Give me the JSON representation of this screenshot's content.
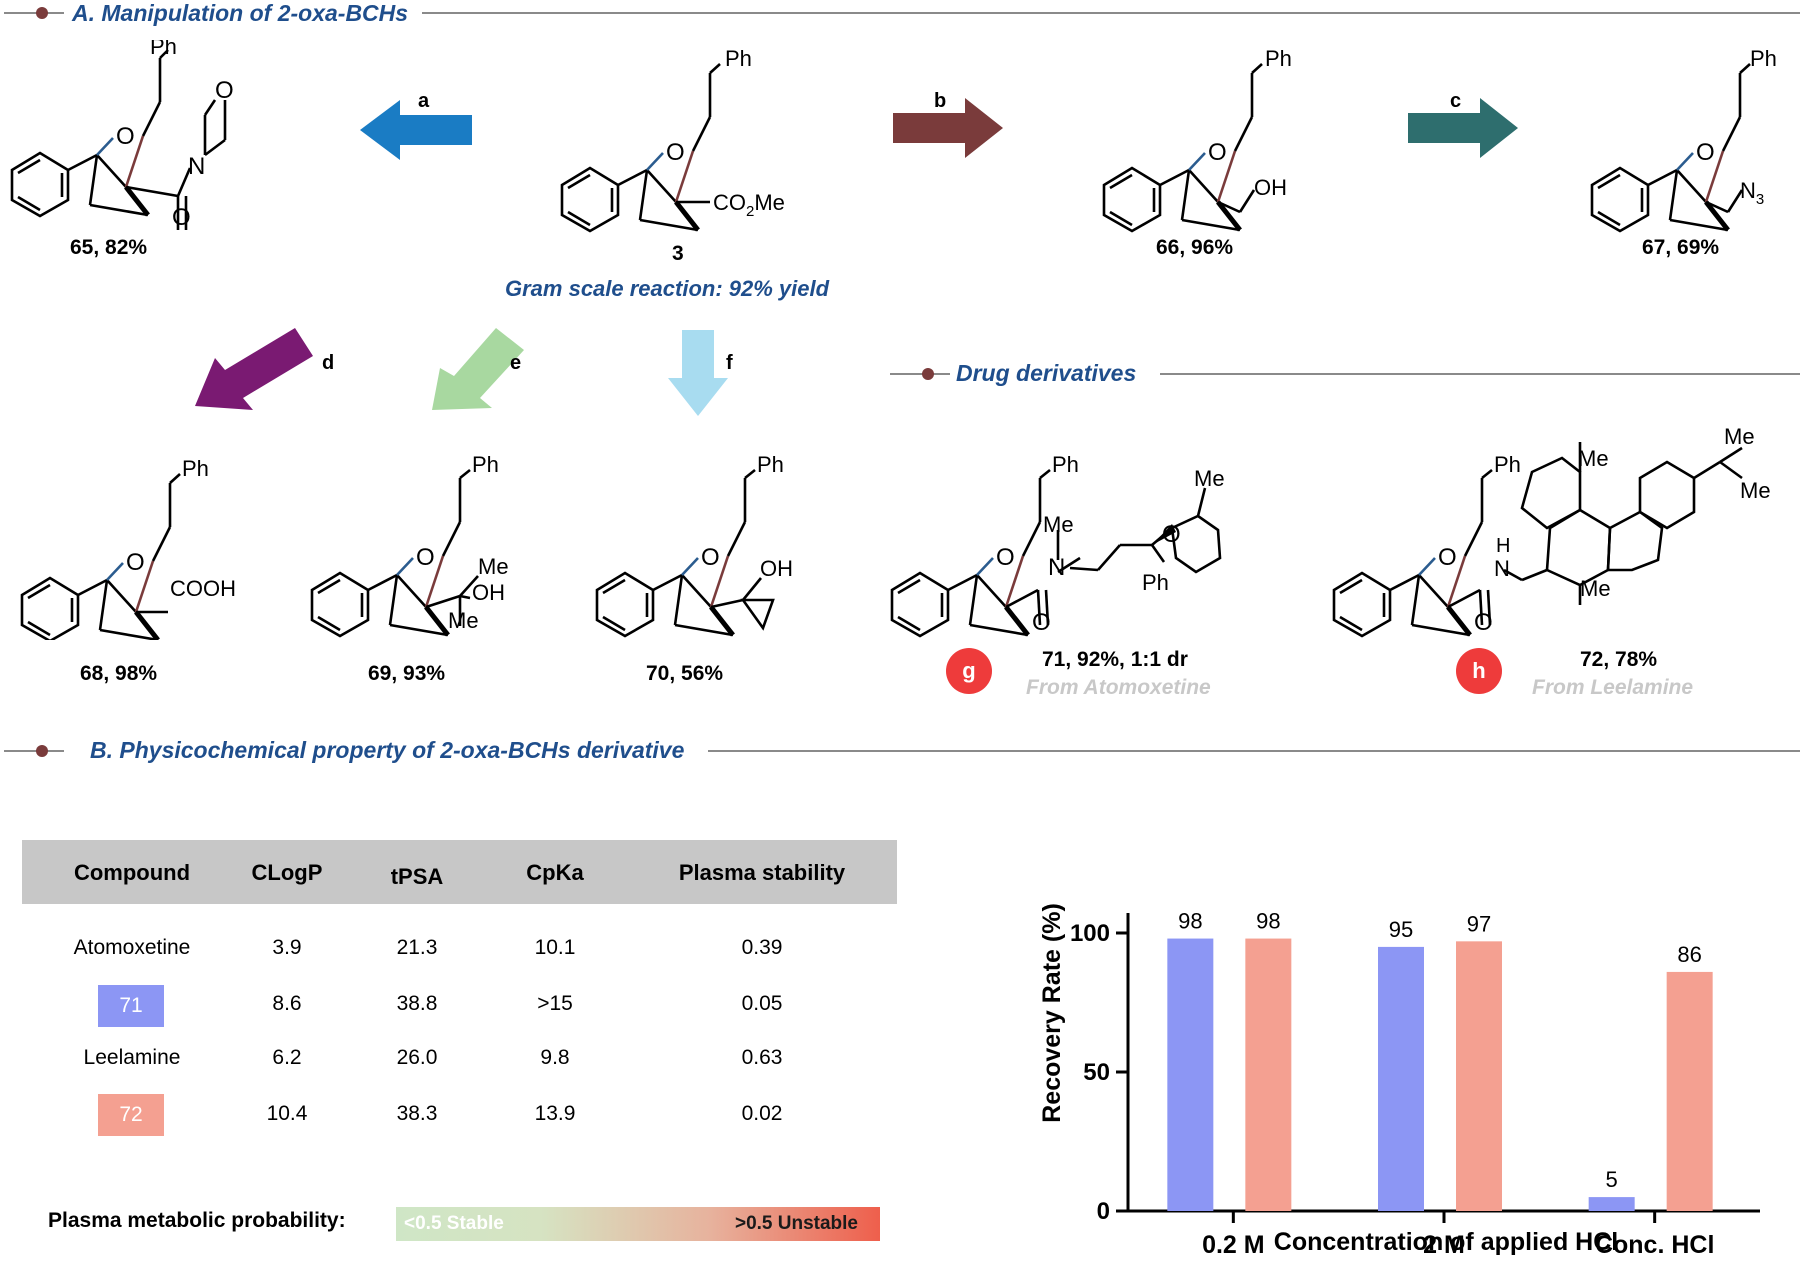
{
  "sectionA": {
    "title": "A. Manipulation of 2-oxa-BCHs",
    "compounds": [
      {
        "id": "c65",
        "label": "65, 82%"
      },
      {
        "id": "c3",
        "label": "3"
      },
      {
        "id": "c66",
        "label": "66, 96%"
      },
      {
        "id": "c67",
        "label": "67, 69%"
      },
      {
        "id": "c68",
        "label": "68, 98%"
      },
      {
        "id": "c69",
        "label": "69, 93%"
      },
      {
        "id": "c70",
        "label": "70, 56%"
      },
      {
        "id": "c71",
        "label": "71, 92%, 1:1 dr"
      },
      {
        "id": "c72",
        "label": "72, 78%"
      }
    ],
    "gram_scale": "Gram scale reaction: 92% yield",
    "steps": {
      "a": "a",
      "b": "b",
      "c": "c",
      "d": "d",
      "e": "e",
      "f": "f",
      "g": "g",
      "h": "h"
    },
    "arrow_colors": {
      "a": "#1a7cc4",
      "b": "#7a3b3b",
      "c": "#2e6e6e",
      "d": "#7a1a72",
      "e": "#a8d8a0",
      "f": "#a8dcf0"
    },
    "atoms": {
      "Ph": "Ph",
      "O": "O",
      "N": "N",
      "CO2Me": "CO",
      "sub2": "2",
      "Me": "Me",
      "OH": "OH",
      "N3": "N",
      "sub3": "3",
      "COOH": "COOH",
      "H": "H"
    }
  },
  "drug": {
    "title": "Drug derivatives",
    "from71": "From Atomoxetine",
    "from72": "From Leelamine"
  },
  "sectionB": {
    "title": "B. Physicochemical property of 2-oxa-BCHs derivative",
    "table": {
      "headers": [
        "Compound",
        "CLogP",
        "tPSA",
        "CpKa",
        "Plasma stability"
      ],
      "rows": [
        [
          "Atomoxetine",
          "3.9",
          "21.3",
          "10.1",
          "0.39"
        ],
        [
          "71",
          "8.6",
          "38.8",
          ">15",
          "0.05"
        ],
        [
          "Leelamine",
          "6.2",
          "26.0",
          "9.8",
          "0.63"
        ],
        [
          "72",
          "10.4",
          "38.3",
          "13.9",
          "0.02"
        ]
      ],
      "swatch_colors": {
        "71": "#8c96f4",
        "72": "#f4a091"
      }
    },
    "legend": {
      "label": "Plasma metabolic probability:",
      "stable": "<0.5 Stable",
      "unstable": ">0.5 Unstable"
    }
  },
  "chart_data": {
    "type": "bar",
    "categories": [
      "0.2 M",
      "2 M",
      "Conc. HCl"
    ],
    "series": [
      {
        "values": [
          98,
          95,
          5
        ],
        "color": "#8c96f4"
      },
      {
        "values": [
          98,
          97,
          86
        ],
        "color": "#f4a091"
      }
    ],
    "xlabel": "Concentration of applied HCl",
    "ylabel": "Recovery Rate (%)",
    "ylim": [
      0,
      100
    ],
    "yticks": [
      "0",
      "50",
      "100"
    ],
    "data_labels": [
      [
        "98",
        "95",
        "5"
      ],
      [
        "98",
        "97",
        "86"
      ]
    ]
  }
}
